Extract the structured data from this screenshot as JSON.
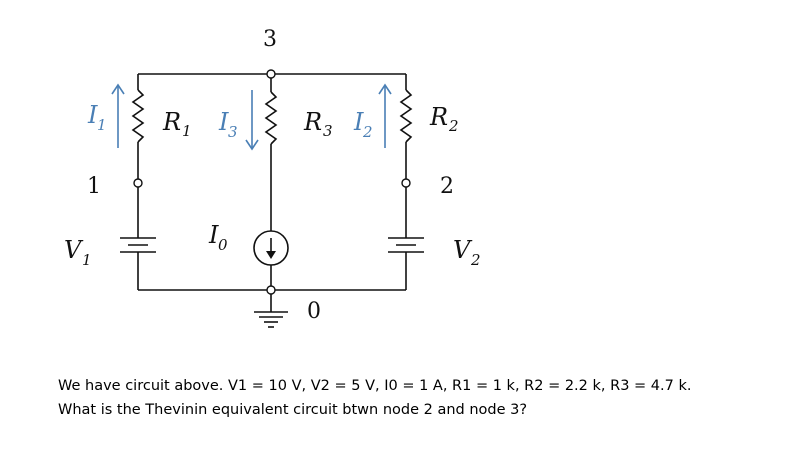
{
  "nodes": {
    "top": "3",
    "left": "1",
    "right": "2",
    "ground": "0"
  },
  "labels": {
    "r1": "R",
    "r1_sub": "1",
    "r2": "R",
    "r2_sub": "2",
    "r3": "R",
    "r3_sub": "3",
    "i1": "I",
    "i1_sub": "1",
    "i2": "I",
    "i2_sub": "2",
    "i3": "I",
    "i3_sub": "3",
    "v1": "V",
    "v1_sub": "1",
    "v2": "V",
    "v2_sub": "2",
    "i0": "I",
    "i0_sub": "0"
  },
  "question": {
    "line1": "We have circuit above. V1 = 10  V, V2 = 5  V, I0 = 1  A, R1 = 1  k, R2 = 2.2  k, R3 = 4.7  k.",
    "line2": "What is the Thevinin equivalent circuit btwn node 2 and node 3?"
  },
  "colors": {
    "wire": "#111111",
    "current_arrow": "#4a7fb5"
  }
}
